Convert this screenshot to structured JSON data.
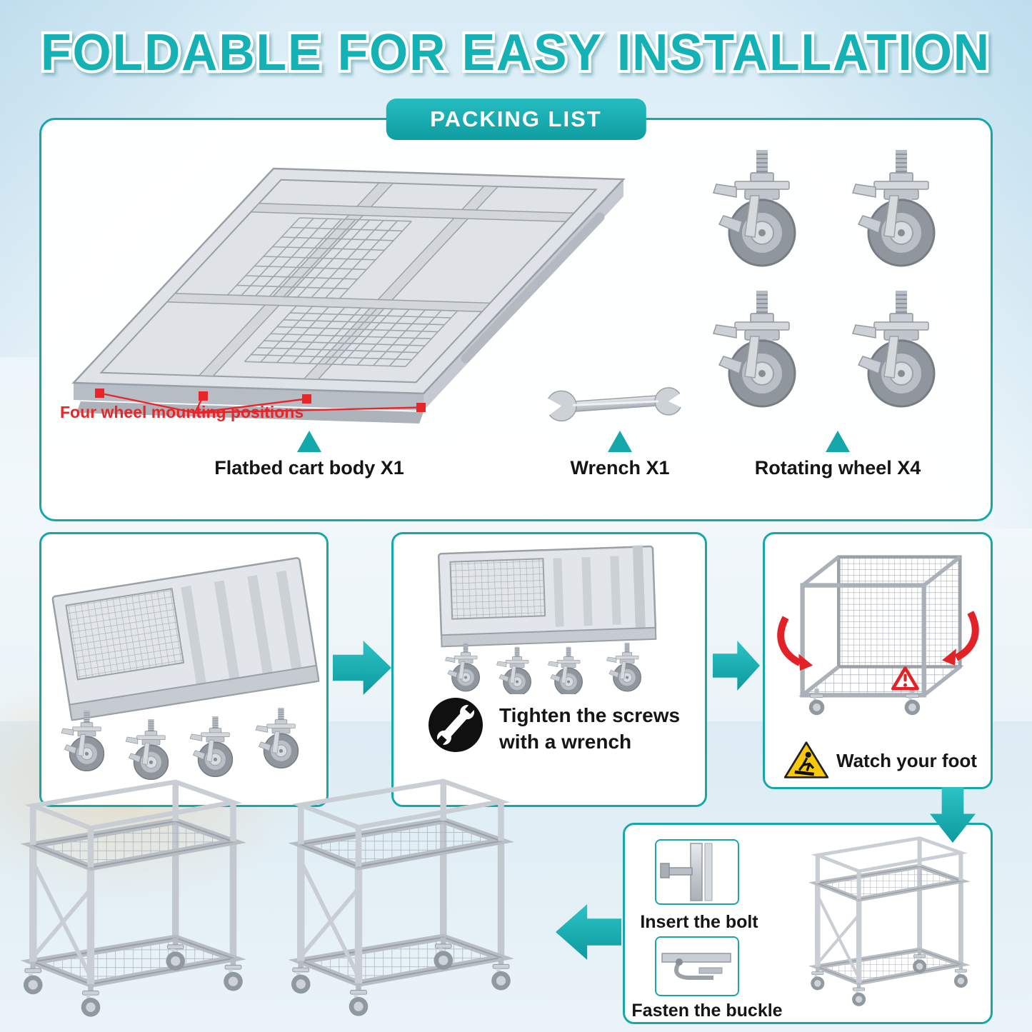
{
  "title": "FOLDABLE FOR EASY INSTALLATION",
  "packing_list": {
    "header": "PACKING LIST",
    "note": "Four wheel mounting positions",
    "items": [
      {
        "id": "cart-body",
        "label": "Flatbed cart body X1"
      },
      {
        "id": "wrench",
        "label": "Wrench X1"
      },
      {
        "id": "wheels",
        "label": "Rotating wheel X4"
      }
    ]
  },
  "steps": {
    "tighten_caption": "Tighten the screws with a wrench",
    "watch_caption": "Watch your foot",
    "insert_caption": "Insert the bolt",
    "fasten_caption": "Fasten the buckle"
  },
  "icons": {
    "wrench_circle": "wrench-circle-icon",
    "caution_foot": "caution-foot-icon",
    "warning_triangle": "warning-triangle-icon",
    "pointer_triangle": "pointer-triangle-icon",
    "arrow_right": "arrow-right-icon",
    "arrow_left": "arrow-left-icon",
    "arrow_down": "arrow-down-icon"
  },
  "colors": {
    "teal": "#15a8ab",
    "red": "#e8262a",
    "warning_yellow": "#f8c80a",
    "metal_gray": "#c9ced3",
    "text_black": "#151515"
  }
}
